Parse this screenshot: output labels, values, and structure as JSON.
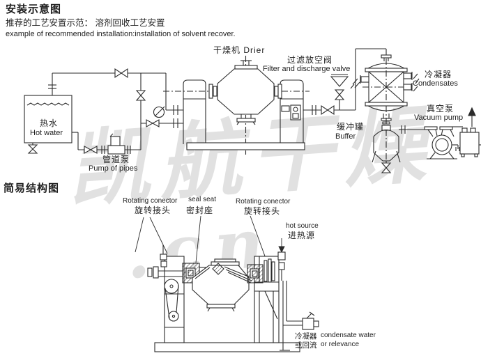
{
  "header": {
    "title": "安装示意图",
    "subtitle_cn": "推荐的工艺安置示范： 溶剂回收工艺安置",
    "subtitle_en": "example of recommended installation:installation of solvent recover."
  },
  "install": {
    "drier": "干燥机 Drier",
    "filter_cn": "过滤放空阀",
    "filter_en": "Filter and discharge valve",
    "condenser_cn": "冷凝器",
    "condenser_en": "Condensates",
    "vacuum_cn": "真空泵",
    "vacuum_en": "Vacuum pump",
    "buffer_cn": "缓冲罐",
    "buffer_en": "Buffer",
    "hotwater_cn": "热水",
    "hotwater_en": "Hot water",
    "pump_cn": "管道泵",
    "pump_en": "Pump of pipes"
  },
  "structure": {
    "title": "简易结构图",
    "rot_left_en": "Rotating conector",
    "rot_left_cn": "旋转接头",
    "seal_en": "seal seat",
    "seal_cn": "密封座",
    "rot_right_en": "Rotating conector",
    "rot_right_cn": "旋转接头",
    "hot_en": "hot source",
    "hot_cn": "进热源",
    "cond_cn1": "冷凝器",
    "cond_cn2": "或回流",
    "cond_en1": "condensate water",
    "cond_en2": "or relevance"
  },
  "watermark": {
    "line1": "凯航干燥",
    "line2": ".cn"
  },
  "colors": {
    "line": "#2b2b2b",
    "watermark": "#afafaf",
    "background": "#ffffff"
  }
}
